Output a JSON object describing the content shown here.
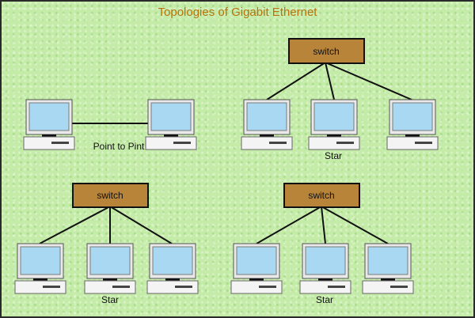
{
  "title": "Topologies of Gigabit Ethernet",
  "switch_label": "switch",
  "labels": {
    "point_to_point": "Point to Pint",
    "star_top_right": "Star",
    "star_bottom_left": "Star",
    "star_bottom_right": "Star"
  },
  "colors": {
    "background": "#c4eca8",
    "title": "#b8720c",
    "switch_fill": "#b8843a",
    "screen": "#a9d8f2",
    "monitor_body": "#f2f2f2",
    "line": "#111111"
  },
  "icons": [
    "switch-icon",
    "computer-icon"
  ]
}
